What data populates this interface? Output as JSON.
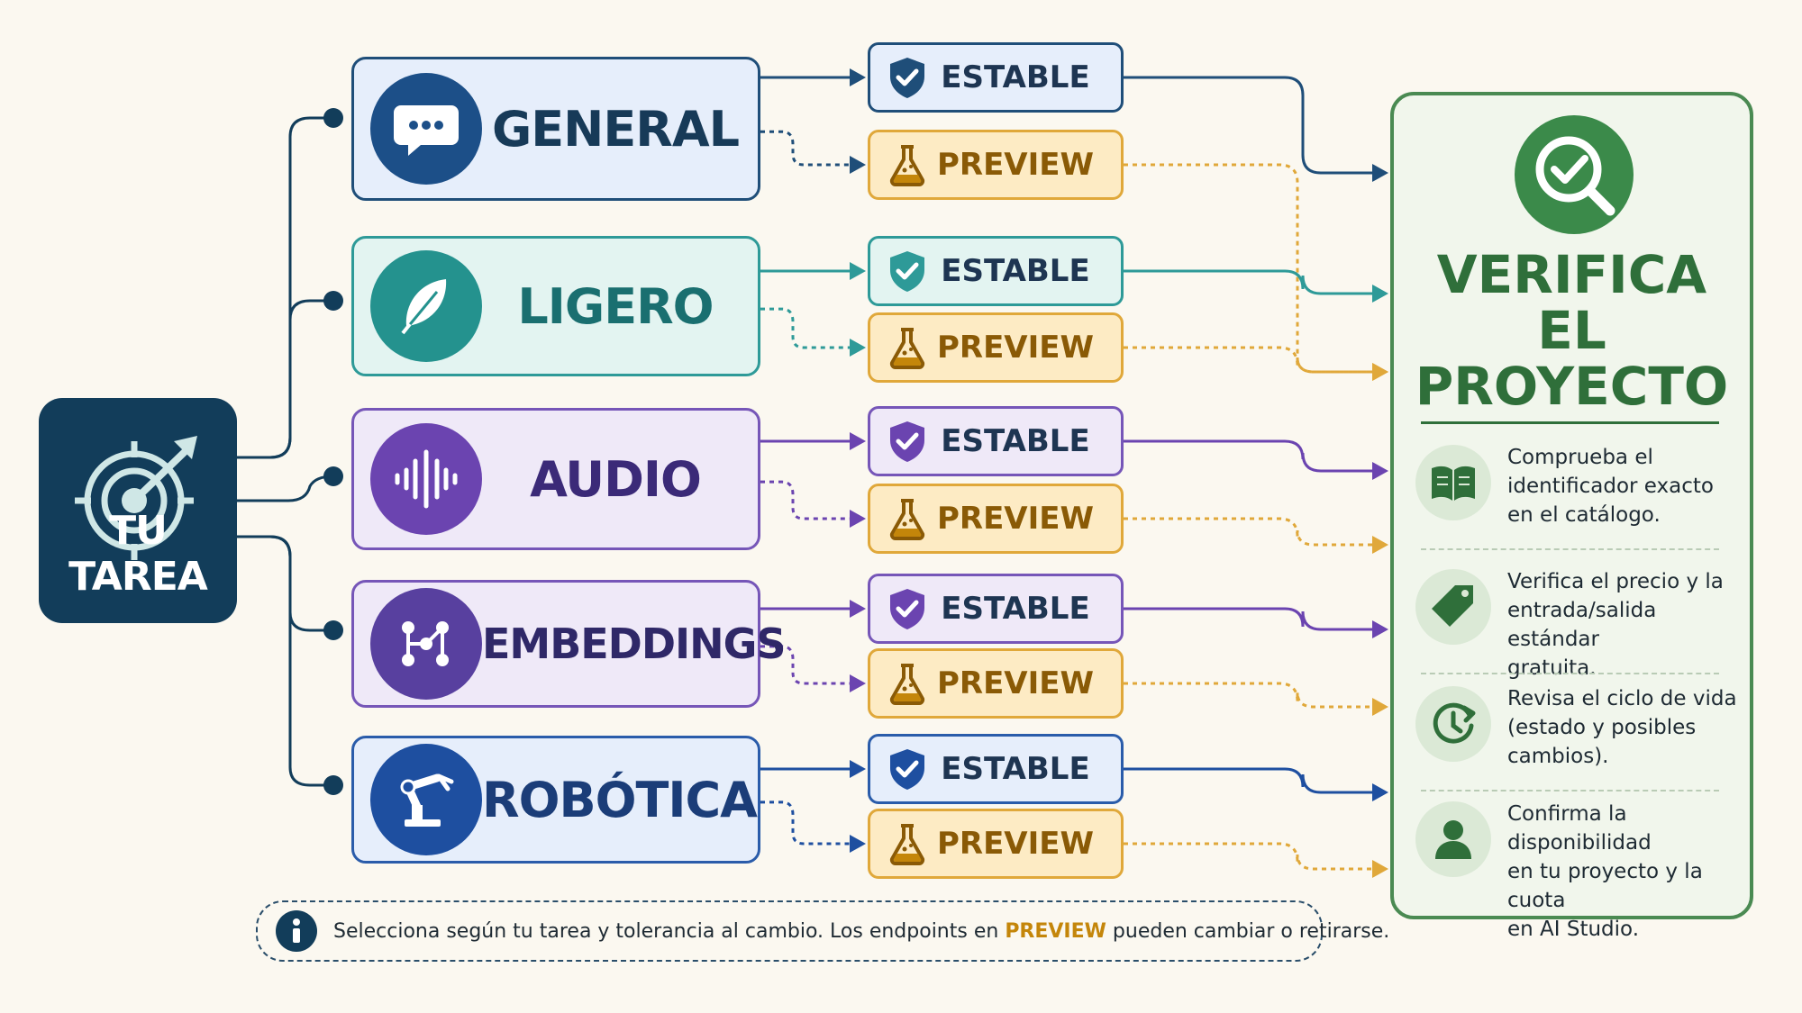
{
  "task": {
    "label": "TU TAREA"
  },
  "categories": [
    {
      "id": "general",
      "label": "GENERAL",
      "icon": "chat-bubble-icon",
      "border": "#1f4e79",
      "fill": "#e6eefb",
      "circle": "#1c4f88",
      "text": "#173a58"
    },
    {
      "id": "ligero",
      "label": "LIGERO",
      "icon": "feather-icon",
      "border": "#2e9a98",
      "fill": "#e3f4f1",
      "circle": "#24928e",
      "text": "#1a6f70"
    },
    {
      "id": "audio",
      "label": "AUDIO",
      "icon": "sound-wave-icon",
      "border": "#7656b8",
      "fill": "#efe9f8",
      "circle": "#6b44b0",
      "text": "#3b2a78"
    },
    {
      "id": "embeddings",
      "label": "EMBEDDINGS",
      "icon": "graph-nodes-icon",
      "border": "#7656b8",
      "fill": "#efe9f8",
      "circle": "#58409f",
      "text": "#2f2868"
    },
    {
      "id": "robotica",
      "label": "ROBÓTICA",
      "icon": "robot-arm-icon",
      "border": "#2a5caa",
      "fill": "#e6eefb",
      "circle": "#1e4fa0",
      "text": "#1b3d78"
    }
  ],
  "badges": {
    "stable_label": "ESTABLE",
    "preview_label": "PREVIEW",
    "stable_icon": "shield-check-icon",
    "preview_icon": "flask-icon"
  },
  "verify": {
    "title_lines": [
      "VERIFICA",
      "EL",
      "PROYECTO"
    ],
    "icon": "magnifier-check-icon",
    "items": [
      {
        "icon": "book-icon",
        "lines": [
          "Comprueba el",
          "identificador exacto",
          "en el catálogo."
        ]
      },
      {
        "icon": "price-tag-icon",
        "lines": [
          "Verifica el precio y la",
          "entrada/salida estándar",
          "gratuita."
        ]
      },
      {
        "icon": "clock-cycle-icon",
        "lines": [
          "Revisa el ciclo de vida",
          "(estado y posibles",
          "cambios)."
        ]
      },
      {
        "icon": "user-icon",
        "lines": [
          "Confirma la disponibilidad",
          "en tu proyecto y la cuota",
          "en AI Studio."
        ]
      }
    ]
  },
  "note": {
    "icon": "info-icon",
    "text_before": "Selecciona según tu tarea y tolerancia al cambio. Los endpoints en ",
    "highlight": "PREVIEW",
    "text_after": " pueden cambiar o retirarse."
  },
  "colors": {
    "preview_fill": "#fdebc4",
    "preview_border": "#e0a83a",
    "preview_text": "#8a5a06",
    "verify_green": "#2f6f3a",
    "navy": "#123d5a"
  }
}
